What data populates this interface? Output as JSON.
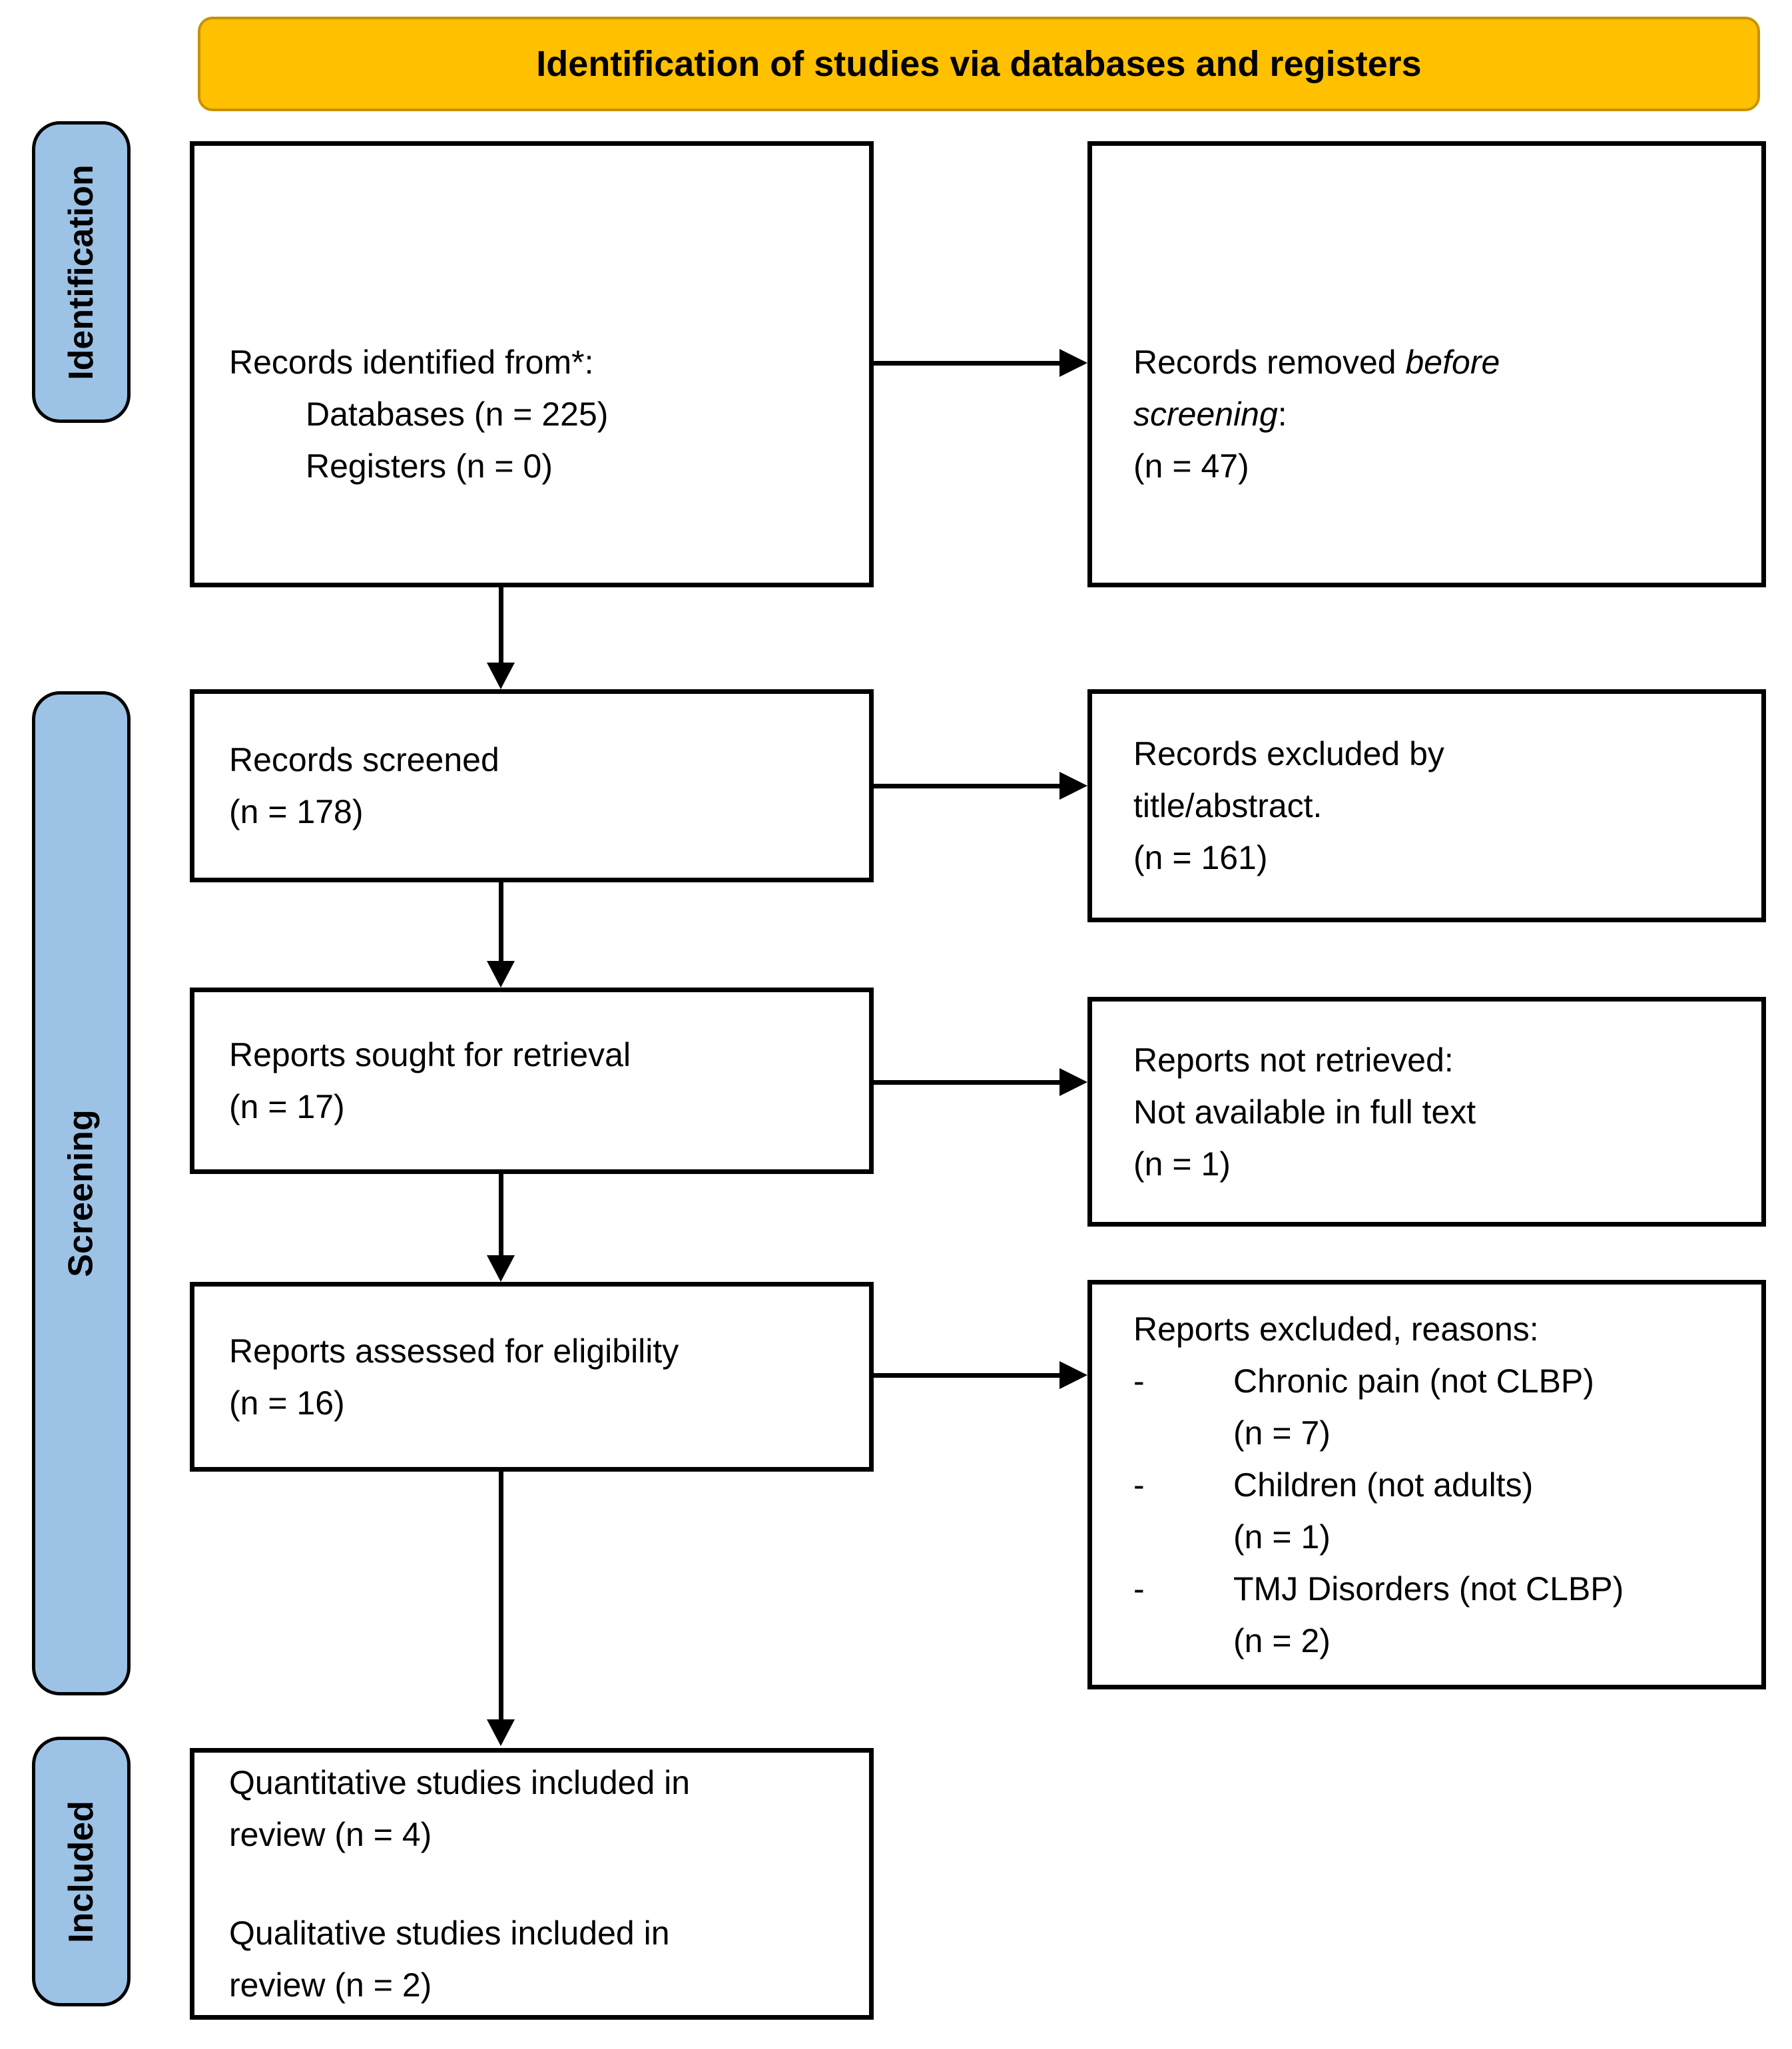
{
  "header": {
    "title": "Identification of studies via databases and registers"
  },
  "stages": {
    "identification": "Identification",
    "screening": "Screening",
    "included": "Included"
  },
  "boxes": {
    "records_identified": {
      "title": "Records identified from*:",
      "databases": "Databases (n = 225)",
      "registers": "Registers (n = 0)"
    },
    "records_removed": {
      "prefix": "Records removed ",
      "italic": "before screening",
      "suffix": ":",
      "count": "(n = 47)"
    },
    "records_screened": {
      "line1": "Records screened",
      "count": "(n = 178)"
    },
    "records_excluded": {
      "line1": "Records excluded by",
      "line2": "title/abstract.",
      "count": "(n = 161)"
    },
    "reports_sought": {
      "line1": "Reports sought for retrieval",
      "count": "(n = 17)"
    },
    "reports_not_retrieved": {
      "line1": "Reports not retrieved:",
      "line2": "Not available in full text",
      "count": "(n = 1)"
    },
    "reports_assessed": {
      "line1": "Reports assessed for eligibility",
      "count": "(n = 16)"
    },
    "reports_excluded": {
      "title": "Reports excluded, reasons:",
      "bullet": "-",
      "reasons": [
        {
          "text": "Chronic pain (not CLBP)",
          "count": "(n = 7)"
        },
        {
          "text": "Children (not adults)",
          "count": "(n = 1)"
        },
        {
          "text": "TMJ Disorders (not CLBP)",
          "count": "(n = 2)"
        }
      ]
    },
    "studies_included": {
      "quantitative_line1": "Quantitative studies included in",
      "quantitative_line2": "review (n = 4)",
      "qualitative_line1": "Qualitative studies included in",
      "qualitative_line2": "review (n = 2)"
    }
  },
  "colors": {
    "banner_bg": "#FFC000",
    "banner_border": "#C99100",
    "stage_bg": "#9CC3E6",
    "box_bg": "#FFFFFF",
    "line": "#000000"
  }
}
